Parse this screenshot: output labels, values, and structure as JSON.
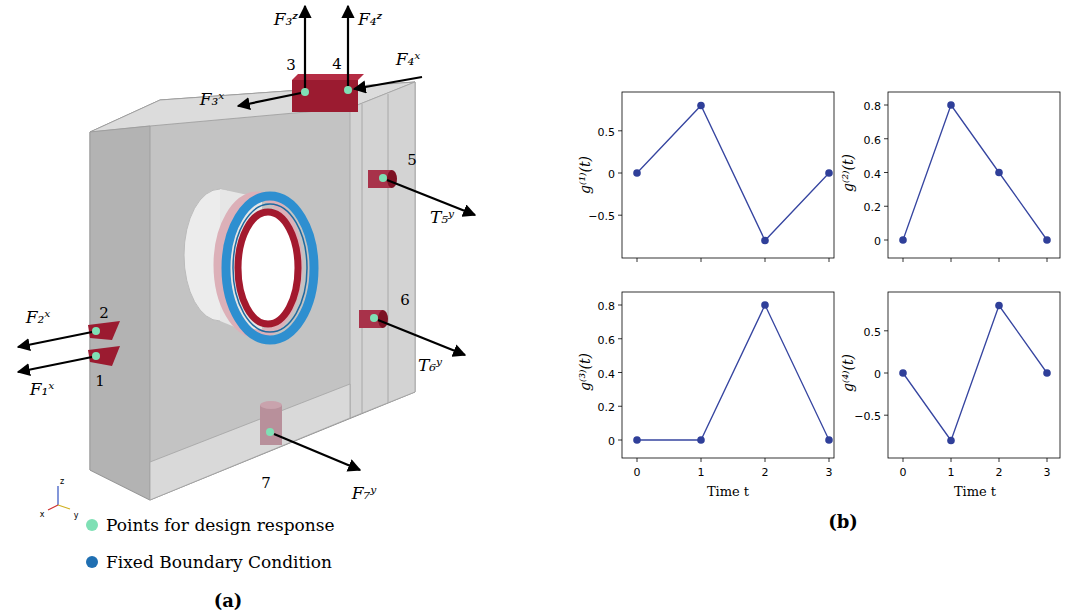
{
  "diagram": {
    "labels": [
      "F₃ᶻ",
      "F₄ᶻ",
      "3",
      "4",
      "F₃ˣ",
      "F₄ˣ",
      "5",
      "T₅ʸ",
      "2",
      "F₂ˣ",
      "F₁ˣ",
      "1",
      "6",
      "T₆ʸ",
      "7",
      "F₇ʸ",
      "(a)",
      "g⁽¹⁾(t)",
      "0.5",
      "0",
      "−0.5",
      "g⁽²⁾(t)",
      "0.8",
      "0.6",
      "0.4",
      "0.2",
      "0",
      "g⁽³⁾(t)",
      "0.8",
      "0.6",
      "0.4",
      "0.2",
      "0",
      "g⁽⁴⁾(t)",
      "0.5",
      "0",
      "−0.5",
      "0",
      "1",
      "2",
      "3",
      "Time t",
      "0",
      "1",
      "2",
      "3",
      "Time t",
      "(b)",
      "z",
      "x",
      "y"
    ],
    "legend": [
      {
        "text": "Points for design response",
        "color": "#7fe0b5"
      },
      {
        "text": "Fixed Boundary Condition",
        "color": "#1f6fb2"
      }
    ]
  }
}
